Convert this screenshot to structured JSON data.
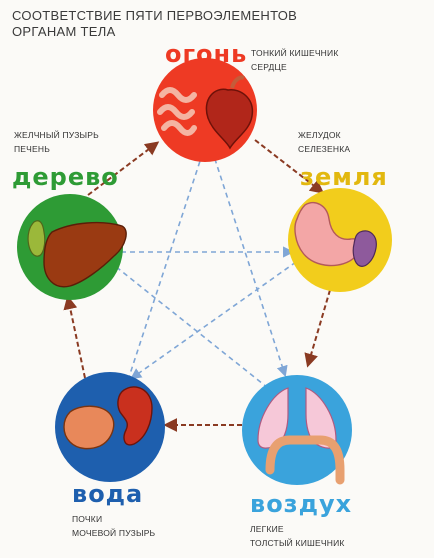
{
  "title": {
    "line1": "СООТВЕТСТВИЕ ПЯТИ ПЕРВОЭЛЕМЕНТОВ",
    "line2": "ОРГАНАМ ТЕЛА"
  },
  "elements": {
    "fire": {
      "name": "огонь",
      "organ1": "ТОНКИЙ КИШЕЧНИК",
      "organ2": "СЕРДЦЕ",
      "color": "#ee3a24"
    },
    "wood": {
      "name": "дерево",
      "organ1": "ЖЕЛЧНЫЙ ПУЗЫРЬ",
      "organ2": "ПЕЧЕНЬ",
      "color": "#2e9b35"
    },
    "earth": {
      "name": "земля",
      "organ1": "ЖЕЛУДОК",
      "organ2": "СЕЛЕЗЕНКА",
      "color": "#f2cd1c"
    },
    "water": {
      "name": "вода",
      "organ1": "ПОЧКИ",
      "organ2": "МОЧЕВОЙ ПУЗЫРЬ",
      "color": "#1e5fae"
    },
    "air": {
      "name": "воздух",
      "organ1": "ЛЕГКИЕ",
      "organ2": "ТОЛСТЫЙ КИШЕЧНИК",
      "color": "#3aa3dc"
    }
  },
  "colors": {
    "cycle_arrow": "#8a3a22",
    "star_arrow": "#7fa6d6"
  }
}
